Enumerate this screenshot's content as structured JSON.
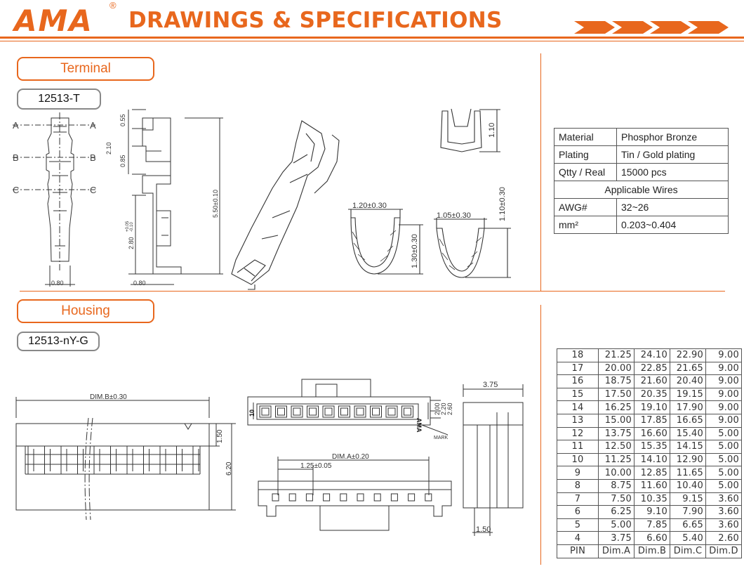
{
  "header": {
    "brand": "AMA",
    "registered": "®",
    "title": "DRAWINGS & SPECIFICATIONS",
    "accent_color": "#e8671d"
  },
  "terminal": {
    "section_label": "Terminal",
    "part_number": "12513-T",
    "section_marks": [
      "A",
      "A",
      "B",
      "B",
      "C",
      "C"
    ],
    "dims": [
      "0.55",
      "2.10",
      "0.85",
      "5.50±0.10",
      "2.80",
      "+0.05",
      "-0.10",
      "0.80",
      "0.80",
      "1.10",
      "1.20±0.30",
      "1.30±0.30",
      "1.05±0.30",
      "1.10±0.30"
    ]
  },
  "specs": {
    "rows": [
      {
        "label": "Material",
        "value": "Phosphor Bronze"
      },
      {
        "label": "Plating",
        "value": "Tin / Gold plating"
      },
      {
        "label": "Qtty / Real",
        "value": "15000 pcs"
      }
    ],
    "wires_header": "Applicable Wires",
    "wire_rows": [
      {
        "label": "AWG#",
        "value": "32~26"
      },
      {
        "label": "mm²",
        "value": "0.203~0.404"
      }
    ]
  },
  "housing": {
    "section_label": "Housing",
    "part_number": "12513-nY-G",
    "dims": [
      "DIM.B±0.30",
      "1.50",
      "6.20",
      "DIM.A±0.20",
      "1.25±0.05",
      "2.00",
      "2.20",
      "2.60",
      "3.75",
      "1.50"
    ],
    "labels": [
      "10",
      "AMA",
      "MARK"
    ]
  },
  "dim_table": {
    "headers": [
      "PIN",
      "Dim.A",
      "Dim.B",
      "Dim.C",
      "Dim.D"
    ],
    "rows": [
      [
        "18",
        "21.25",
        "24.10",
        "22.90",
        "9.00"
      ],
      [
        "17",
        "20.00",
        "22.85",
        "21.65",
        "9.00"
      ],
      [
        "16",
        "18.75",
        "21.60",
        "20.40",
        "9.00"
      ],
      [
        "15",
        "17.50",
        "20.35",
        "19.15",
        "9.00"
      ],
      [
        "14",
        "16.25",
        "19.10",
        "17.90",
        "9.00"
      ],
      [
        "13",
        "15.00",
        "17.85",
        "16.65",
        "9.00"
      ],
      [
        "12",
        "13.75",
        "16.60",
        "15.40",
        "5.00"
      ],
      [
        "11",
        "12.50",
        "15.35",
        "14.15",
        "5.00"
      ],
      [
        "10",
        "11.25",
        "14.10",
        "12.90",
        "5.00"
      ],
      [
        "9",
        "10.00",
        "12.85",
        "11.65",
        "5.00"
      ],
      [
        "8",
        "8.75",
        "11.60",
        "10.40",
        "5.00"
      ],
      [
        "7",
        "7.50",
        "10.35",
        "9.15",
        "3.60"
      ],
      [
        "6",
        "6.25",
        "9.10",
        "7.90",
        "3.60"
      ],
      [
        "5",
        "5.00",
        "7.85",
        "6.65",
        "3.60"
      ],
      [
        "4",
        "3.75",
        "6.60",
        "5.40",
        "2.60"
      ]
    ]
  }
}
